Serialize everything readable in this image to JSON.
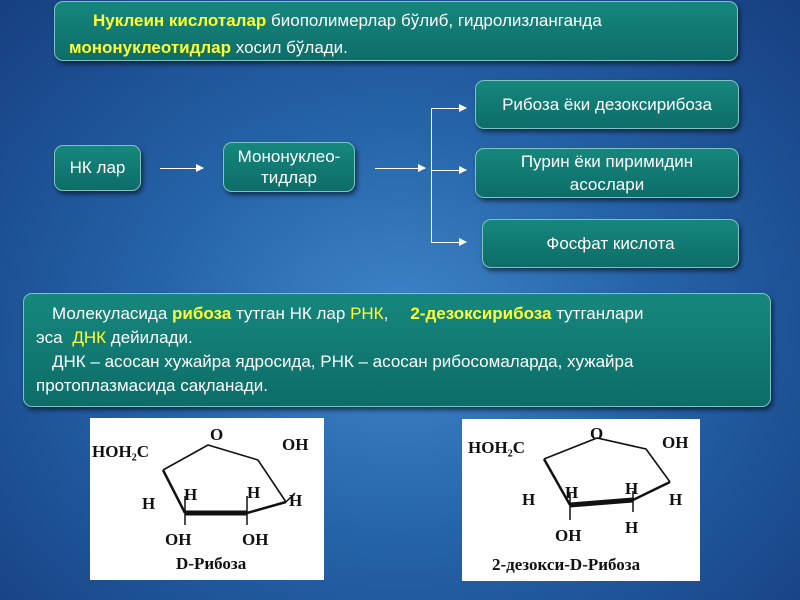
{
  "intro": {
    "p1": "Нуклеин кислоталар",
    "p2": " биополимерлар бўлиб, гидролизланганда",
    "p3": "мононуклеотидлар",
    "p4": " хосил бўлади."
  },
  "flow": {
    "nk": "НК лар",
    "mono_line1": "Мононуклео-",
    "mono_line2": "тидлар",
    "ribose": "Рибоза ёки дезоксирибоза",
    "purine_line1": "Пурин ёки пиримидин",
    "purine_line2": "асослари",
    "phosphate": "Фосфат кислота"
  },
  "info": {
    "s1": "Молекуласида ",
    "s2": "рибоза",
    "s3": " тутган НК лар ",
    "s4": "РНК",
    "s5": ",",
    "s6": "2-дезоксирибоза",
    "s7": " тутганлари",
    "s8": "эса ",
    "s9": "ДНК",
    "s10": " дейилади.",
    "s11": "ДНК – асосан хужайра ядросида, РНК – асосан рибосомаларда, хужайра",
    "s12": "протоплазмасида сақланади."
  },
  "structures": {
    "left": {
      "hoh2c": "HOH₂C",
      "o": "O",
      "oh_top": "OH",
      "h_left": "H",
      "h_inner1": "H",
      "h_inner2": "H",
      "h_right": "H",
      "oh_bottom1": "OH",
      "oh_bottom2": "OH",
      "caption": "D-Рибоза"
    },
    "right": {
      "hoh2c": "HOH₂C",
      "o": "O",
      "oh_top": "OH",
      "h_left": "H",
      "h_inner1": "H",
      "h_inner2": "H",
      "h_right": "H",
      "oh_bottom": "OH",
      "h_bottom": "H",
      "caption": "2-дезокси-D-Рибоза"
    }
  }
}
